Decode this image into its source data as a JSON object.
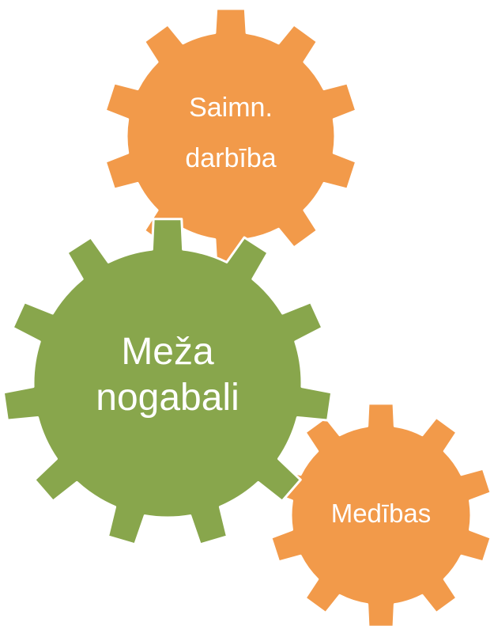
{
  "gears": [
    {
      "id": "gear-meza-nogabali",
      "lines": [
        "Meža",
        "nogabali"
      ],
      "color": "#88a64c"
    },
    {
      "id": "gear-saimn-darbiba",
      "lines": [
        "Saimn.",
        "darbība"
      ],
      "color": "#f29a4a"
    },
    {
      "id": "gear-medibas",
      "lines": [
        "Medības"
      ],
      "color": "#f29a4a"
    }
  ]
}
